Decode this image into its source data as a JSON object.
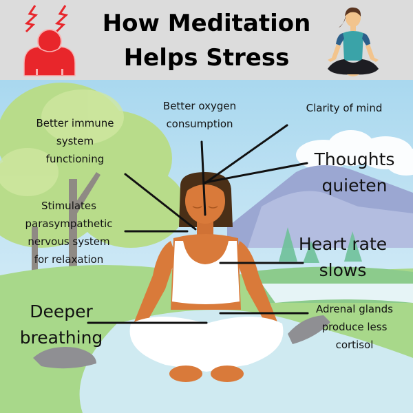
{
  "header": {
    "title_line1": "How Meditation",
    "title_line2": "Helps Stress",
    "background": "#dcdcdc",
    "left_icon": "stressed-person-icon",
    "left_icon_color": "#e8262b",
    "right_icon": "meditating-woman-icon"
  },
  "labels": {
    "immune": [
      "Better immune",
      "system",
      "functioning"
    ],
    "oxygen": [
      "Better oxygen",
      "consumption"
    ],
    "clarity": [
      "Clarity of mind"
    ],
    "thoughts": [
      "Thoughts",
      "quieten"
    ],
    "parasympathetic": [
      "Stimulates",
      "parasympathetic",
      "nervous system",
      "for relaxation"
    ],
    "heart": [
      "Heart rate",
      "slows"
    ],
    "breathing": [
      "Deeper",
      "breathing"
    ],
    "adrenal": [
      "Adrenal glands",
      "produce less",
      "cortisol"
    ]
  },
  "colors": {
    "sky_top": "#a9d8ef",
    "sky_bottom": "#e7f4fa",
    "skin": "#d97a3a",
    "hair": "#4a2f17",
    "grass": "#a8d88a",
    "water": "#cfeaf1",
    "mountain": "#9ba7d2"
  }
}
